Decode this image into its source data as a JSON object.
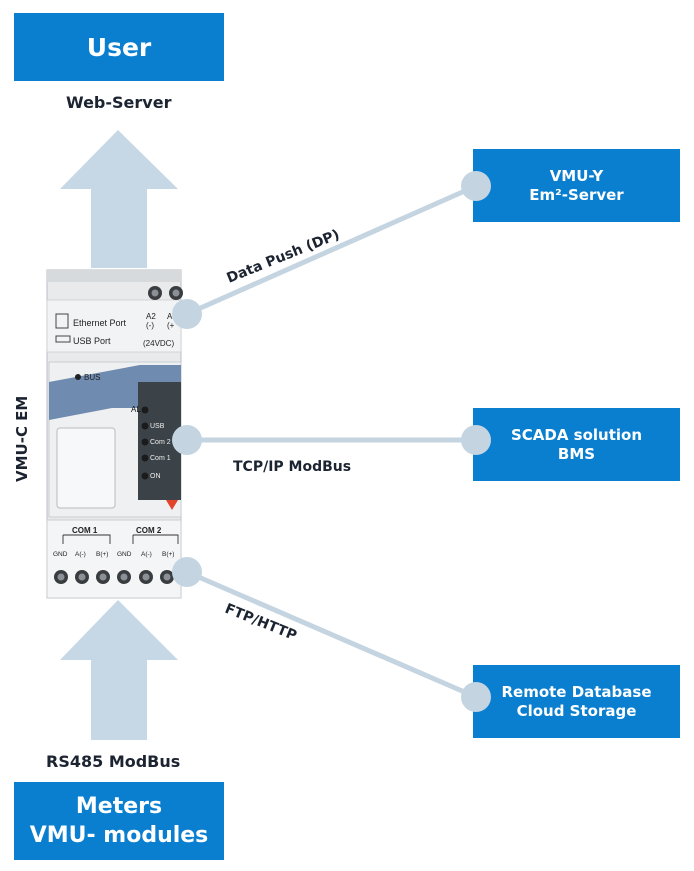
{
  "top_box": {
    "title": "User"
  },
  "top_caption": "Web-Server",
  "bottom_caption": "RS485 ModBus",
  "bottom_box": {
    "line1": "Meters",
    "line2": "VMU- modules"
  },
  "device": {
    "side_label": "VMU-C EM",
    "ethernet_port": "Ethernet Port",
    "usb_port": "USB Port",
    "a2_label": "A2",
    "a2_sign": "(-)",
    "a1_label": "A",
    "a1_sign": "(+",
    "power": "(24VDC)",
    "bus_led": "BUS",
    "status_leds": [
      "AL",
      "USB",
      "Com 2",
      "Com 1",
      "ON"
    ],
    "com1": "COM 1",
    "com2": "COM 2",
    "terminals": [
      "GND",
      "A(-)",
      "B(+)",
      "GND",
      "A(-)",
      "B(+)"
    ]
  },
  "connections": [
    {
      "protocol": "Data Push (DP)",
      "target_line1": "VMU-Y",
      "target_line2": "Em²-Server"
    },
    {
      "protocol": "TCP/IP ModBus",
      "target_line1": "SCADA solution",
      "target_line2": "BMS"
    },
    {
      "protocol": "FTP/HTTP",
      "target_line1": "Remote Database",
      "target_line2": "Cloud Storage"
    }
  ],
  "colors": {
    "box": "#0b7fcf",
    "connector": "#c4d5e1",
    "arrow": "#c6d8e5",
    "text": "#1c2431"
  }
}
